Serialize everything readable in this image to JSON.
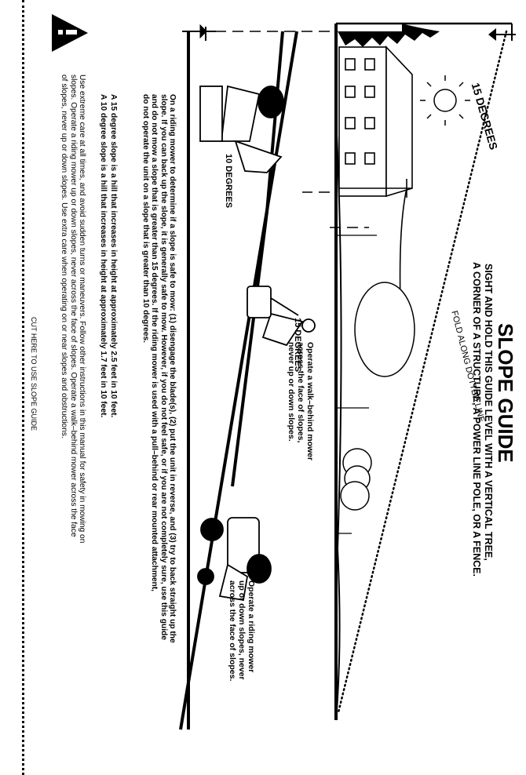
{
  "title": "SLOPE GUIDE",
  "instruction_line1": "SIGHT AND HOLD THIS GUIDE LEVEL WITH A VERTICAL TREE,",
  "instruction_line2": "A CORNER OF A STRUCTURE, A POWER LINE POLE, OR A FENCE.",
  "fold_label": "FOLD ALONG DOTTED LINE",
  "angle_label_guide": "15 DEGREES",
  "illustration": {
    "label_10": "10 DEGREES",
    "label_15": "15 DEGREES",
    "walk_behind_note": "Operate a walk–behind mower\nacross the face of slopes,\nnever up or down slopes.",
    "riding_note": "Operate a riding mower\nup or down slopes, never\nacross the face of slopes."
  },
  "body_paragraph": "On a riding mower to determine if a slope is safe to mow: (1) disengage the blade(s), (2) put the unit in reverse, and (3) try to back straight up the\nslope. If you can back up the slope, it is generally safe to mow. However, if you do not feel safe, or if you are not completely sure, use this guide\nand do not mow a slope that is greater than 15 degrees. If the riding mower is used with a pull–behind or rear mounted attachment,\ndo not operate the unit on a slope that is greater than 10 degrees.",
  "slope_fact_1": "A 15 degree slope is a hill that increases in height at approximately 2.5 feet in 10 feet.",
  "slope_fact_2": "A 10 degree slope is a hill that increases in height at approximately 1.7 feet in 10 feet.",
  "warning_text": "Use extreme care at all times, and avoid sudden turns or maneuvers. Follow other instructions in this manual for safety in mowing on\nslopes. Operate a riding mower up or down slopes, never across the face of slopes. Operate a walk–behind mower across the face\nof slopes, never up or down slopes. Use extra care when operating on or near slopes and obstructions.",
  "cut_label": "CUT HERE TO USE SLOPE GUIDE"
}
